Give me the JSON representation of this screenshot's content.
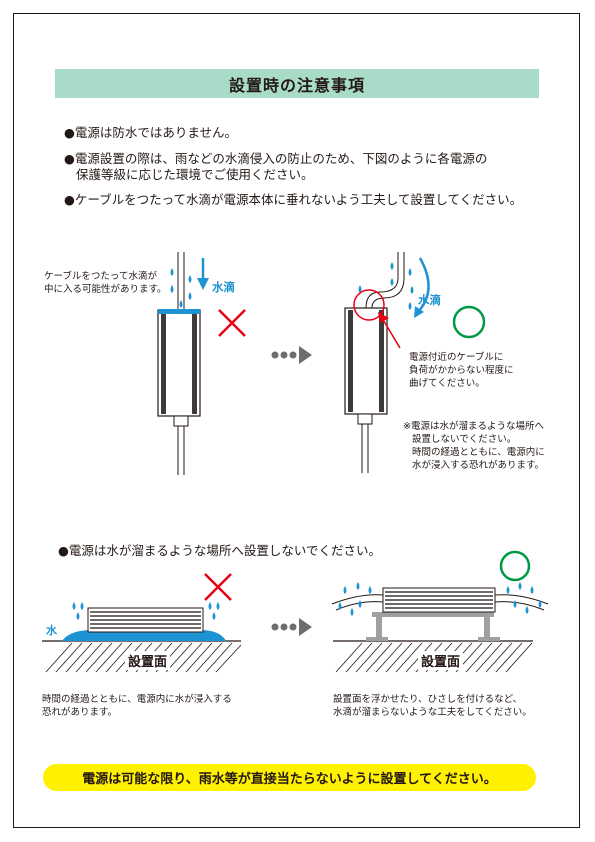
{
  "title": "設置時の注意事項",
  "notes": [
    {
      "bullet": "●",
      "lines": [
        "電源は防水ではありません。"
      ]
    },
    {
      "bullet": "●",
      "lines": [
        "電源設置の際は、雨などの水滴侵入の防止のため、下図のように各電源の",
        "保護等級に応じた環境でご使用ください。"
      ]
    },
    {
      "bullet": "●",
      "lines": [
        "ケーブルをつたって水滴が電源本体に垂れないよう工夫して設置してください。"
      ]
    }
  ],
  "figure1": {
    "left_note": [
      "ケーブルをつたって水滴が",
      "中に入る可能性があります。"
    ],
    "water_label_left": "水滴",
    "water_label_right": "水滴",
    "bend_note": [
      "電源付近のケーブルに",
      "負荷がかからない程度に",
      "曲げてください。"
    ],
    "warning_note": [
      "※電源は水が溜まるような場所へ",
      "設置しないでください。",
      "時間の経過とともに、電源内に",
      "水が浸入する恐れがあります。"
    ],
    "arrow_dots": "●●●"
  },
  "section2": {
    "heading_bullet": "●",
    "heading": "電源は水が溜まるような場所へ設置しないでください。",
    "water_label": "水",
    "ground_label_left": "設置面",
    "ground_label_right": "設置面",
    "caption_left": [
      "時間の経過とともに、電源内に水が浸入する",
      "恐れがあります。"
    ],
    "caption_right": [
      "設置面を浮かせたり、ひさしを付けるなど、",
      "水滴が溜まらないような工夫をしてください。"
    ],
    "arrow_dots": "●●●"
  },
  "bottom_banner": "電源は可能な限り、雨水等が直接当たらないように設置してください。",
  "colors": {
    "water": "#1e93d3",
    "ng": "#e60012",
    "ok": "#009944",
    "banner": "#fff100",
    "title_bg": "#a8dcc8"
  }
}
